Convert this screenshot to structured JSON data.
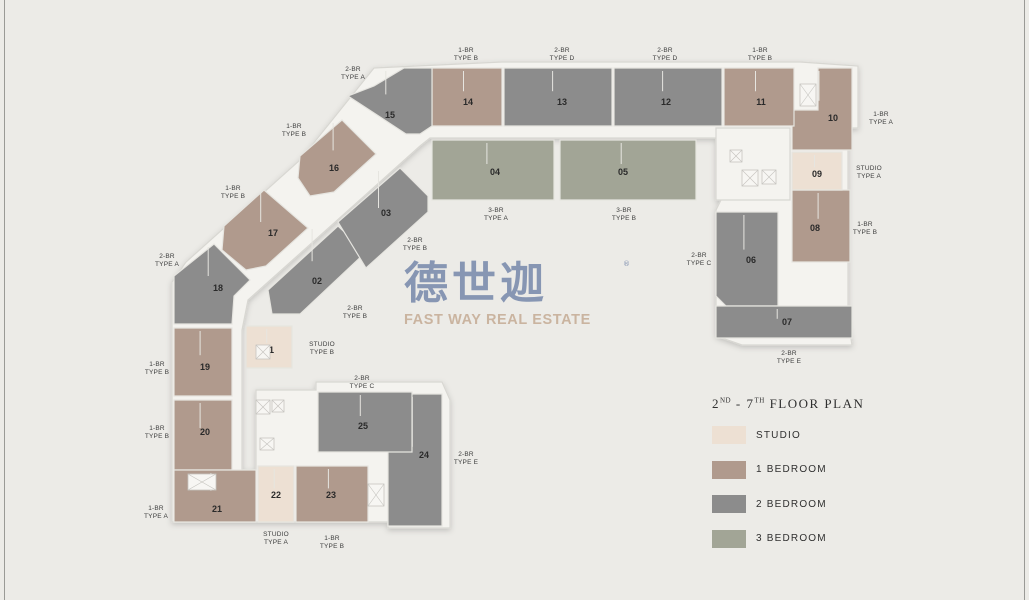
{
  "colors": {
    "studio": "#ede0d3",
    "one_bedroom": "#b09a8d",
    "two_bedroom": "#8c8c8c",
    "three_bedroom": "#a2a596",
    "corridor": "#f4f3ef",
    "wall": "#d8d7d2"
  },
  "legend": {
    "title_pre": "2",
    "title_sup1": "ND",
    "title_mid": " - 7",
    "title_sup2": "TH",
    "title_post": " FLOOR PLAN",
    "items": [
      {
        "label": "STUDIO",
        "color": "#ede0d3"
      },
      {
        "label": "1 BEDROOM",
        "color": "#b09a8d"
      },
      {
        "label": "2 BEDROOM",
        "color": "#8c8c8c"
      },
      {
        "label": "3 BEDROOM",
        "color": "#a2a596"
      }
    ]
  },
  "watermark": {
    "chinese": "德世迦",
    "reg": "®",
    "english": "FAST WAY REAL ESTATE"
  },
  "units": [
    {
      "no": "01",
      "type": "studio",
      "l1": "STUDIO",
      "l2": "TYPE B"
    },
    {
      "no": "02",
      "type": "two",
      "l1": "2-BR",
      "l2": "TYPE B"
    },
    {
      "no": "03",
      "type": "two",
      "l1": "2-BR",
      "l2": "TYPE B"
    },
    {
      "no": "04",
      "type": "three",
      "l1": "3-BR",
      "l2": "TYPE A"
    },
    {
      "no": "05",
      "type": "three",
      "l1": "3-BR",
      "l2": "TYPE B"
    },
    {
      "no": "06",
      "type": "two",
      "l1": "2-BR",
      "l2": "TYPE C"
    },
    {
      "no": "07",
      "type": "two",
      "l1": "2-BR",
      "l2": "TYPE E"
    },
    {
      "no": "08",
      "type": "one",
      "l1": "1-BR",
      "l2": "TYPE B"
    },
    {
      "no": "09",
      "type": "studio",
      "l1": "STUDIO",
      "l2": "TYPE A"
    },
    {
      "no": "10",
      "type": "one",
      "l1": "1-BR",
      "l2": "TYPE A"
    },
    {
      "no": "11",
      "type": "one",
      "l1": "1-BR",
      "l2": "TYPE B"
    },
    {
      "no": "12",
      "type": "two",
      "l1": "2-BR",
      "l2": "TYPE D"
    },
    {
      "no": "13",
      "type": "two",
      "l1": "2-BR",
      "l2": "TYPE D"
    },
    {
      "no": "14",
      "type": "one",
      "l1": "1-BR",
      "l2": "TYPE B"
    },
    {
      "no": "15",
      "type": "two",
      "l1": "2-BR",
      "l2": "TYPE A"
    },
    {
      "no": "16",
      "type": "one",
      "l1": "1-BR",
      "l2": "TYPE B"
    },
    {
      "no": "17",
      "type": "one",
      "l1": "1-BR",
      "l2": "TYPE B"
    },
    {
      "no": "18",
      "type": "two",
      "l1": "2-BR",
      "l2": "TYPE A"
    },
    {
      "no": "19",
      "type": "one",
      "l1": "1-BR",
      "l2": "TYPE B"
    },
    {
      "no": "20",
      "type": "one",
      "l1": "1-BR",
      "l2": "TYPE B"
    },
    {
      "no": "21",
      "type": "one",
      "l1": "1-BR",
      "l2": "TYPE A"
    },
    {
      "no": "22",
      "type": "studio",
      "l1": "STUDIO",
      "l2": "TYPE A"
    },
    {
      "no": "23",
      "type": "one",
      "l1": "1-BR",
      "l2": "TYPE B"
    },
    {
      "no": "24",
      "type": "two",
      "l1": "2-BR",
      "l2": "TYPE E"
    },
    {
      "no": "25",
      "type": "two",
      "l1": "2-BR",
      "l2": "TYPE C"
    }
  ]
}
